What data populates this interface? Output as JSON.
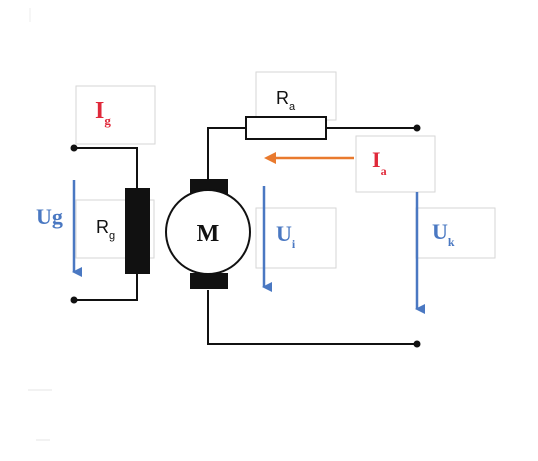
{
  "labels": {
    "Ig": {
      "main": "I",
      "sub": "g"
    },
    "Ug": {
      "main": "Ug",
      "sub": ""
    },
    "Rg": {
      "main": "R",
      "sub": "g"
    },
    "Ra": {
      "main": "R",
      "sub": "a"
    },
    "Ia": {
      "main": "I",
      "sub": "a"
    },
    "Ui": {
      "main": "U",
      "sub": "i"
    },
    "Uk": {
      "main": "U",
      "sub": "k"
    },
    "motor": "M"
  },
  "colors": {
    "wire": "#111111",
    "current": "#e0293a",
    "voltage": "#4a78c2",
    "current_arrow": "#e97a2e",
    "box_border": "#d6d6d6"
  }
}
